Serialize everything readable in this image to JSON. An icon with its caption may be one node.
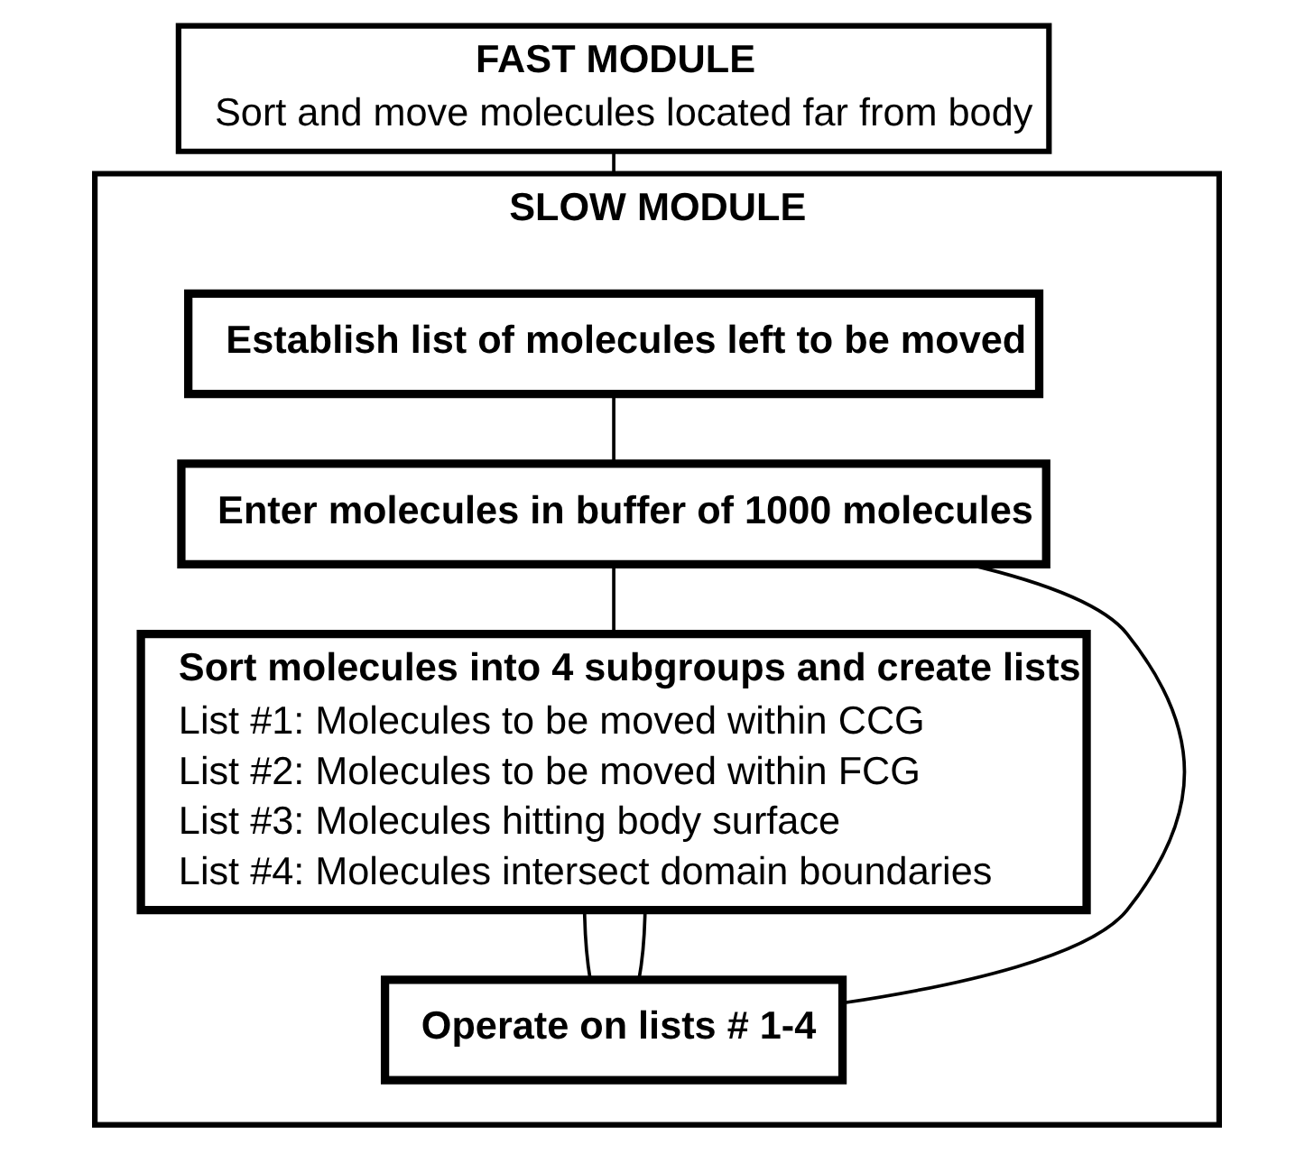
{
  "diagram": {
    "nodes": [
      {
        "text": [
          "FAST MODULE",
          "Sort and move molecules located far from body"
        ]
      },
      {
        "text": [
          "SLOW MODULE"
        ]
      },
      {
        "text": [
          "Establish list of molecules left to be moved"
        ],
        "in": 1
      },
      {
        "text": [
          "Enter molecules in buffer of 1000 molecules"
        ],
        "in": 1
      },
      {
        "text": [
          "Sort molecules into 4 subgroups and create lists",
          "List #1: Molecules to be moved within CCG",
          "List #2: Molecules to be moved within FCG",
          "List #3: Molecules hitting body surface",
          "List #4: Molecules intersect domain boundaries"
        ],
        "in": 1
      },
      {
        "text": [
          "Operate on lists # 1-4"
        ],
        "in": 1
      }
    ],
    "edges": [
      {
        "from": 0,
        "to": 1,
        "arrow": "none"
      },
      {
        "from": 2,
        "to": 3,
        "arrow": "none"
      },
      {
        "from": 3,
        "to": 4,
        "arrow": "none"
      },
      {
        "from": 4,
        "to": 5,
        "arrow": "none"
      },
      {
        "from": 5,
        "to": 3,
        "arrow": "none"
      },
      {
        "from": 5,
        "to": 4,
        "arrow": "none"
      }
    ]
  }
}
